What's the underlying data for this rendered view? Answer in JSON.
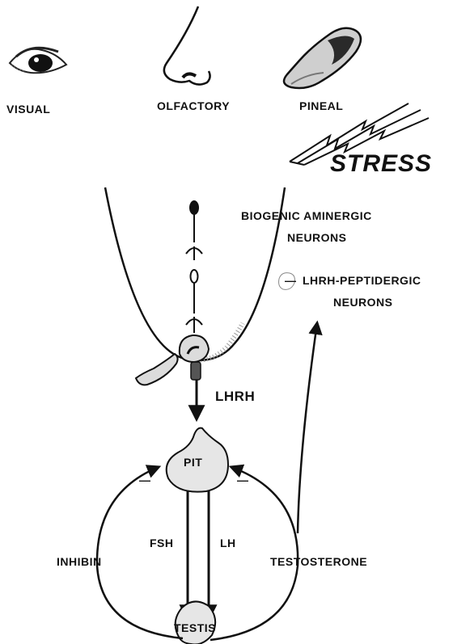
{
  "inputs": {
    "visual": "VISUAL",
    "olfactory": "OLFACTORY",
    "pineal": "PINEAL",
    "stress": "STRESS"
  },
  "hypothalamus": {
    "biogenic_line1": "BIOGENIC AMINERGIC",
    "biogenic_line2": "NEURONS",
    "lhrh_peptidergic_line1": "LHRH-PEPTIDERGIC",
    "lhrh_peptidergic_line2": "NEURONS",
    "inhibit_sign": "—"
  },
  "hormones": {
    "lhrh": "LHRH",
    "fsh": "FSH",
    "lh": "LH",
    "inhibin": "INHIBIN",
    "testosterone": "TESTOSTERONE"
  },
  "organs": {
    "pituitary": "PIT",
    "testis": "TESTIS"
  },
  "feedback": {
    "left_sign": "—",
    "right_sign": "—"
  }
}
